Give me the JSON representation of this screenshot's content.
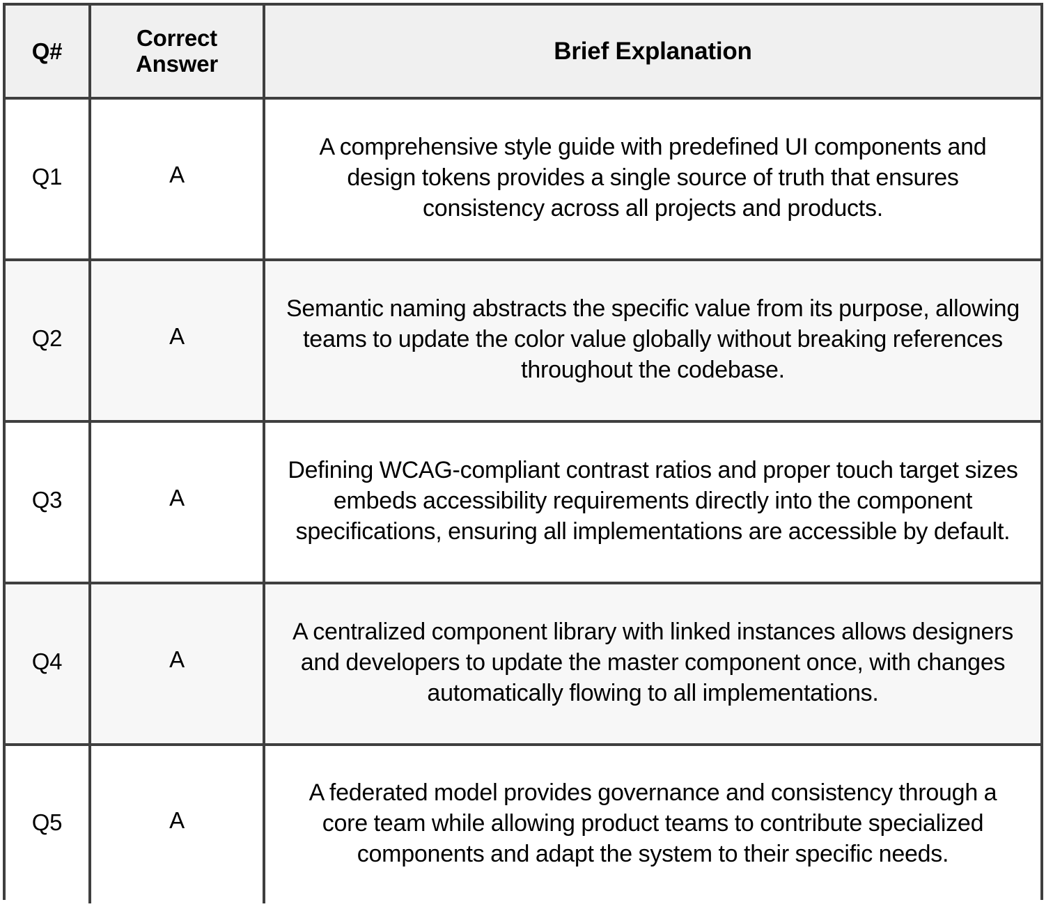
{
  "table": {
    "name": "answer-key-table",
    "columns": [
      {
        "key": "qnum",
        "label": "Q#"
      },
      {
        "key": "answer",
        "label": "Correct Answer"
      },
      {
        "key": "explanation",
        "label": "Brief Explanation"
      }
    ],
    "rows": [
      {
        "qnum": "Q1",
        "answer": "A",
        "explanation": "A comprehensive style guide with predefined UI components and design tokens provides a single source of truth that ensures consistency across all projects and products."
      },
      {
        "qnum": "Q2",
        "answer": "A",
        "explanation": "Semantic naming abstracts the specific value from its purpose, allowing teams to update the color value globally without breaking references throughout the codebase."
      },
      {
        "qnum": "Q3",
        "answer": "A",
        "explanation": "Defining WCAG-compliant contrast ratios and proper touch target sizes embeds accessibility requirements directly into the component specifications, ensuring all implementations are accessible by default."
      },
      {
        "qnum": "Q4",
        "answer": "A",
        "explanation": "A centralized component library with linked instances allows designers and developers to update the master component once, with changes automatically flowing to all implementations."
      },
      {
        "qnum": "Q5",
        "answer": "A",
        "explanation": "A federated model provides governance and consistency through a core team while allowing product teams to contribute specialized components and adapt the system to their specific needs."
      }
    ]
  },
  "colors": {
    "border": "#3f3f3f",
    "header_background": "#f0f0f0",
    "row_odd_background": "#ffffff",
    "row_even_background": "#f7f7f7",
    "text": "#000000"
  }
}
